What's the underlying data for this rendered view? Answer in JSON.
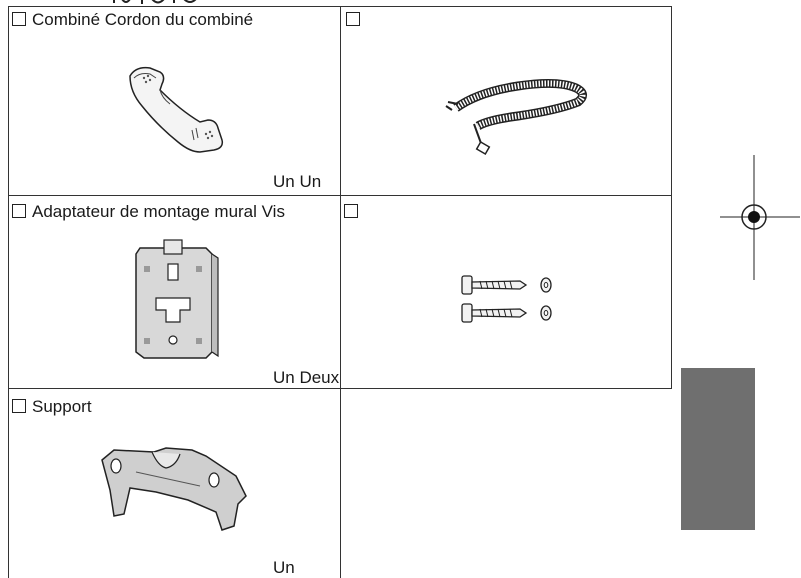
{
  "cells": {
    "handset": {
      "label": "Combiné Cordon du combiné",
      "qty": "Un Un"
    },
    "cord": {
      "label": ""
    },
    "wall_adapter": {
      "label": "Adaptateur de montage mural Vis",
      "qty": "Un Deux"
    },
    "screws": {
      "label": ""
    },
    "stand": {
      "label": "Support",
      "qty": "Un"
    }
  },
  "icons": {
    "handset": "telephone-handset-icon",
    "cord": "coiled-cord-icon",
    "wall_adapter": "wall-mount-adapter-icon",
    "screws": "screws-icon",
    "stand": "stand-icon",
    "crop": "registration-crosshair-icon"
  }
}
